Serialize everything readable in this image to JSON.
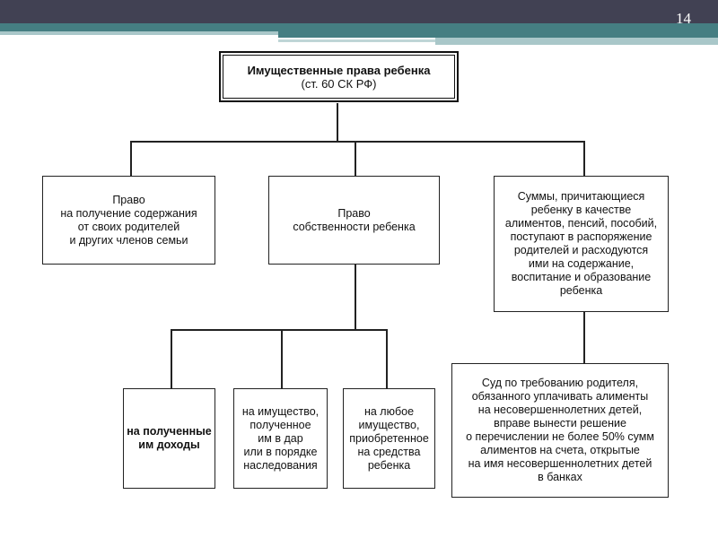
{
  "slide_number": "14",
  "root": {
    "title": "Имущественные права ребенка",
    "subtitle": "(ст. 60 СК РФ)"
  },
  "level1": [
    "Право\nна получение содержания\nот своих родителей\nи других членов семьи",
    "Право\nсобственности ребенка",
    "Суммы, причитающиеся\nребенку в качестве\nалиментов, пенсий, пособий,\nпоступают в распоряжение\nродителей и расходуются\nими на содержание,\nвоспитание и образование\nребенка"
  ],
  "level2": [
    "на полученные\nим доходы",
    "на имущество,\nполученное\nим в дар\nили в порядке\nнаследования",
    "на любое\nимущество,\nприобретенное\nна средства\nребенка"
  ],
  "court": "Суд по требованию родителя,\nобязанного уплачивать алименты\nна несовершеннолетних детей,\nвправе вынести решение\nо перечислении не более 50% сумм\nалиментов на счета, открытые\nна имя несовершеннолетних детей\nв банках"
}
